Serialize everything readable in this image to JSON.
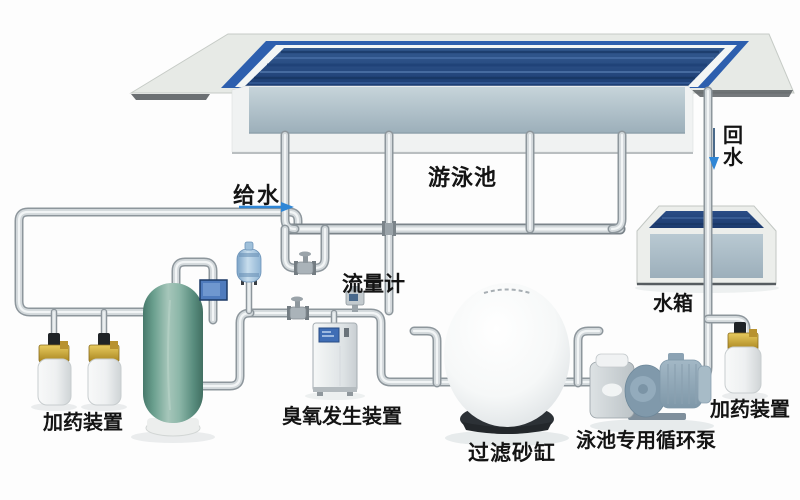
{
  "diagram": {
    "pool": {
      "label": "游泳池"
    },
    "supply": {
      "label": "给水"
    },
    "return": {
      "label": "回水"
    },
    "balance_tank": {
      "label": "水箱"
    },
    "flow_meter": {
      "label": "流量计"
    },
    "dosing_left": {
      "label": "加药装置"
    },
    "dosing_right": {
      "label": "加药装置"
    },
    "ozone_generator": {
      "label": "臭氧发生装置"
    },
    "sand_filter": {
      "label": "过滤砂缸"
    },
    "pump": {
      "label": "泳池专用循环泵"
    },
    "colors": {
      "pool_water": "#24497f",
      "pipe_light": "#d2d8db",
      "pipe_dark": "#8d969c",
      "arrow_blue": "#2f86d6",
      "tank_green": "#7fae9f",
      "tile_blue": "#2d5fae"
    }
  }
}
